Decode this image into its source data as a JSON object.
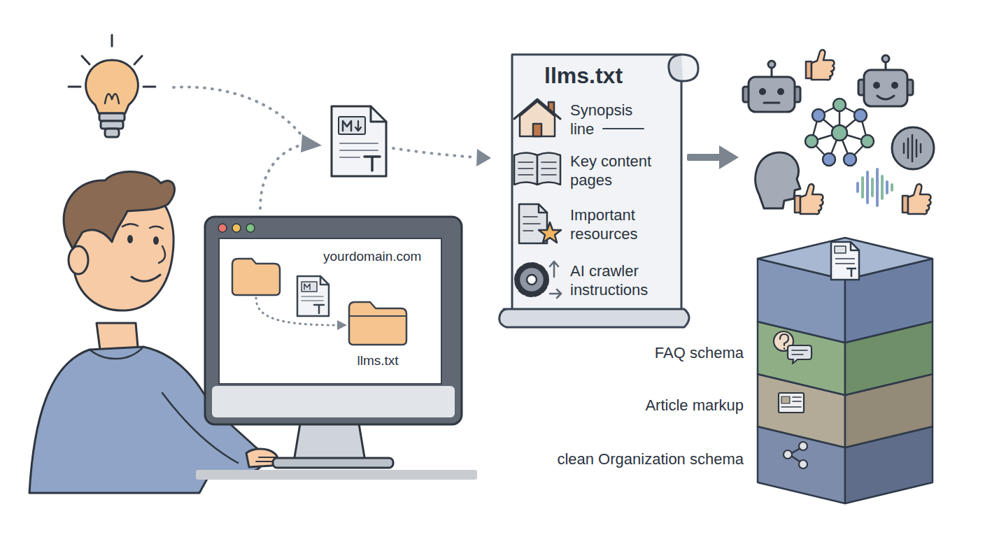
{
  "diagram": {
    "nodes": [
      {
        "text": [
          "yourdomain.com"
        ]
      },
      {
        "text": [
          "llms.txt"
        ],
        "in": 0
      },
      {
        "text": [
          "llms.txt",
          "Synopsis line",
          "Key content pages",
          "Important resources",
          "AI crawler instructions"
        ]
      },
      {
        "text": [
          "FAQ schema"
        ]
      },
      {
        "text": [
          "Article markup"
        ]
      },
      {
        "text": [
          "clean Organization schema"
        ]
      }
    ]
  }
}
